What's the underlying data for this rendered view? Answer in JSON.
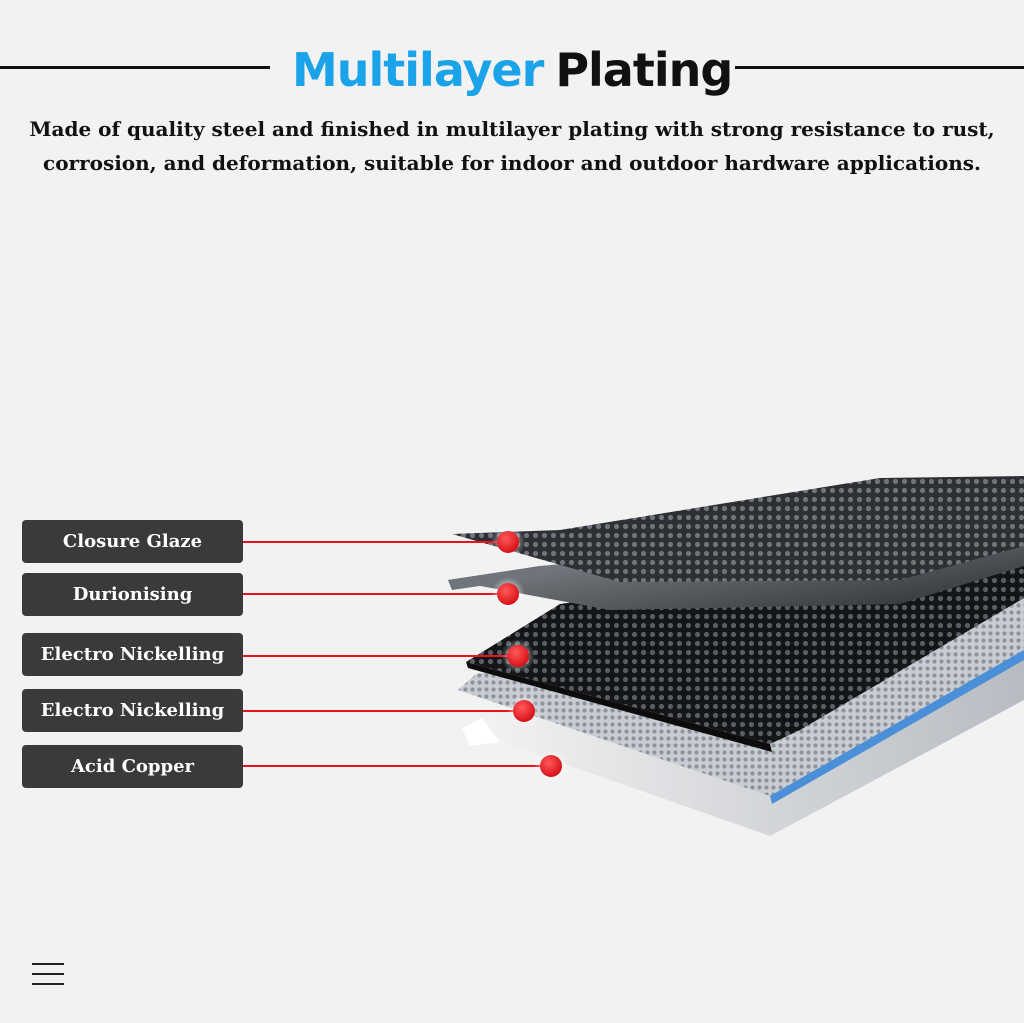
{
  "header": {
    "title_accent": "Multilayer",
    "title_main": "Plating",
    "accent_color": "#1aa3e8",
    "icon": "layers-icon"
  },
  "description": "Made of quality steel and finished in multilayer plating with strong resistance to rust, corrosion, and deformation, suitable for indoor and outdoor hardware applications.",
  "layers": [
    {
      "label": "Closure Glaze"
    },
    {
      "label": "Durionising"
    },
    {
      "label": "Electro Nickelling"
    },
    {
      "label": "Electro Nickelling"
    },
    {
      "label": "Acid Copper"
    }
  ],
  "colors": {
    "label_bg": "#3a3a3a",
    "pointer_red": "#e8141c"
  },
  "menu": {
    "icon": "hamburger-menu-icon"
  }
}
